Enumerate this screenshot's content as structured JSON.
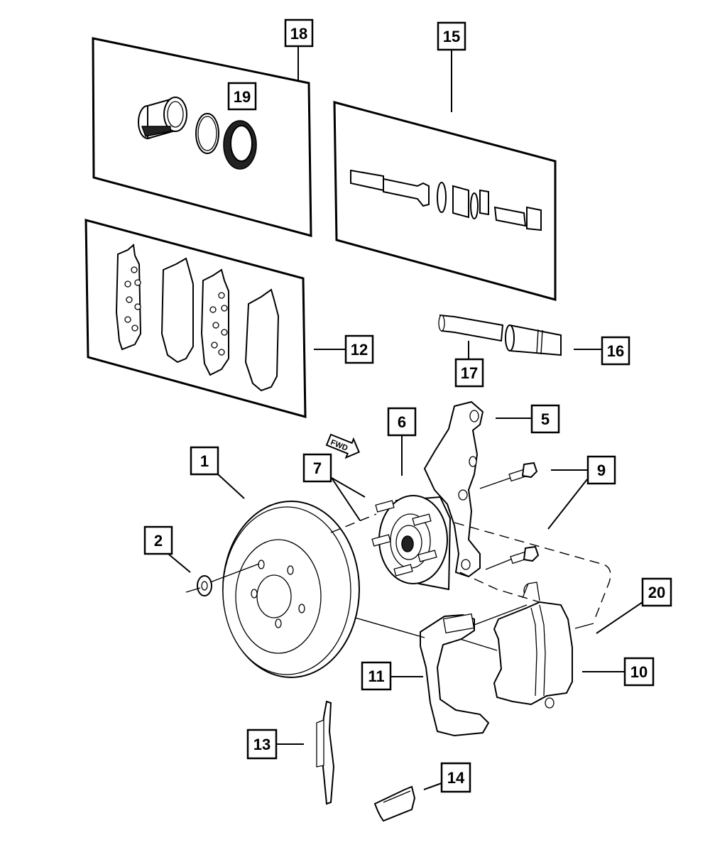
{
  "diagram": {
    "title": "Front Disc Brake Assembly Exploded View",
    "direction_marker": "FWD",
    "callouts": [
      {
        "id": "1",
        "label": "1",
        "part": "brake-rotor"
      },
      {
        "id": "2",
        "label": "2",
        "part": "rotor-retainer-clip"
      },
      {
        "id": "5",
        "label": "5",
        "part": "steering-knuckle"
      },
      {
        "id": "6",
        "label": "6",
        "part": "hub-and-bearing"
      },
      {
        "id": "7",
        "label": "7",
        "part": "wheel-studs"
      },
      {
        "id": "9",
        "label": "9",
        "part": "caliper-adapter-bolts"
      },
      {
        "id": "10",
        "label": "10",
        "part": "disc-brake-caliper"
      },
      {
        "id": "11",
        "label": "11",
        "part": "caliper-adapter-bracket"
      },
      {
        "id": "12",
        "label": "12",
        "part": "brake-pad-kit"
      },
      {
        "id": "13",
        "label": "13",
        "part": "anti-rattle-clip"
      },
      {
        "id": "14",
        "label": "14",
        "part": "pad-abutment-clip"
      },
      {
        "id": "15",
        "label": "15",
        "part": "caliper-guide-pin-kit"
      },
      {
        "id": "16",
        "label": "16",
        "part": "guide-pin-boot"
      },
      {
        "id": "17",
        "label": "17",
        "part": "guide-pin"
      },
      {
        "id": "18",
        "label": "18",
        "part": "caliper-repair-kit"
      },
      {
        "id": "19",
        "label": "19",
        "part": "piston-and-seals"
      },
      {
        "id": "20",
        "label": "20",
        "part": "caliper-bleeder"
      }
    ]
  }
}
